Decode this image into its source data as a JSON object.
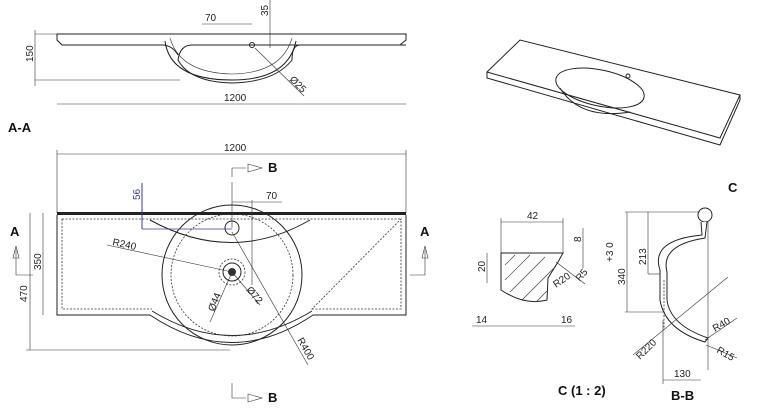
{
  "section_aa": {
    "title": "A-A",
    "dims": {
      "width": "1200",
      "height": "150",
      "offset": "70",
      "top": "35",
      "hole": "Ø25"
    }
  },
  "plan_view": {
    "dims": {
      "width": "1200",
      "depth_back": "350",
      "depth_total": "470",
      "offset": "70",
      "blue": "56",
      "r_basin": "R240",
      "d_drain": "Ø44",
      "d_drain_outer": "Ø72",
      "r_front": "R400"
    },
    "section_markers": {
      "a_left": "A",
      "a_right": "A",
      "b_top": "B",
      "b_bottom": "B"
    }
  },
  "detail_c": {
    "title": "C (1 : 2)",
    "dims": {
      "width": "42",
      "height": "20",
      "top": "8",
      "r1": "R20",
      "r2": "R5",
      "left": "14",
      "right": "16"
    }
  },
  "section_bb": {
    "title": "B-B",
    "detail_ref": "C",
    "dims": {
      "height": "340",
      "tol": "+3  0",
      "inner": "213",
      "r_big": "R220",
      "r_mid": "R40",
      "r_small": "R15",
      "width": "130"
    }
  }
}
